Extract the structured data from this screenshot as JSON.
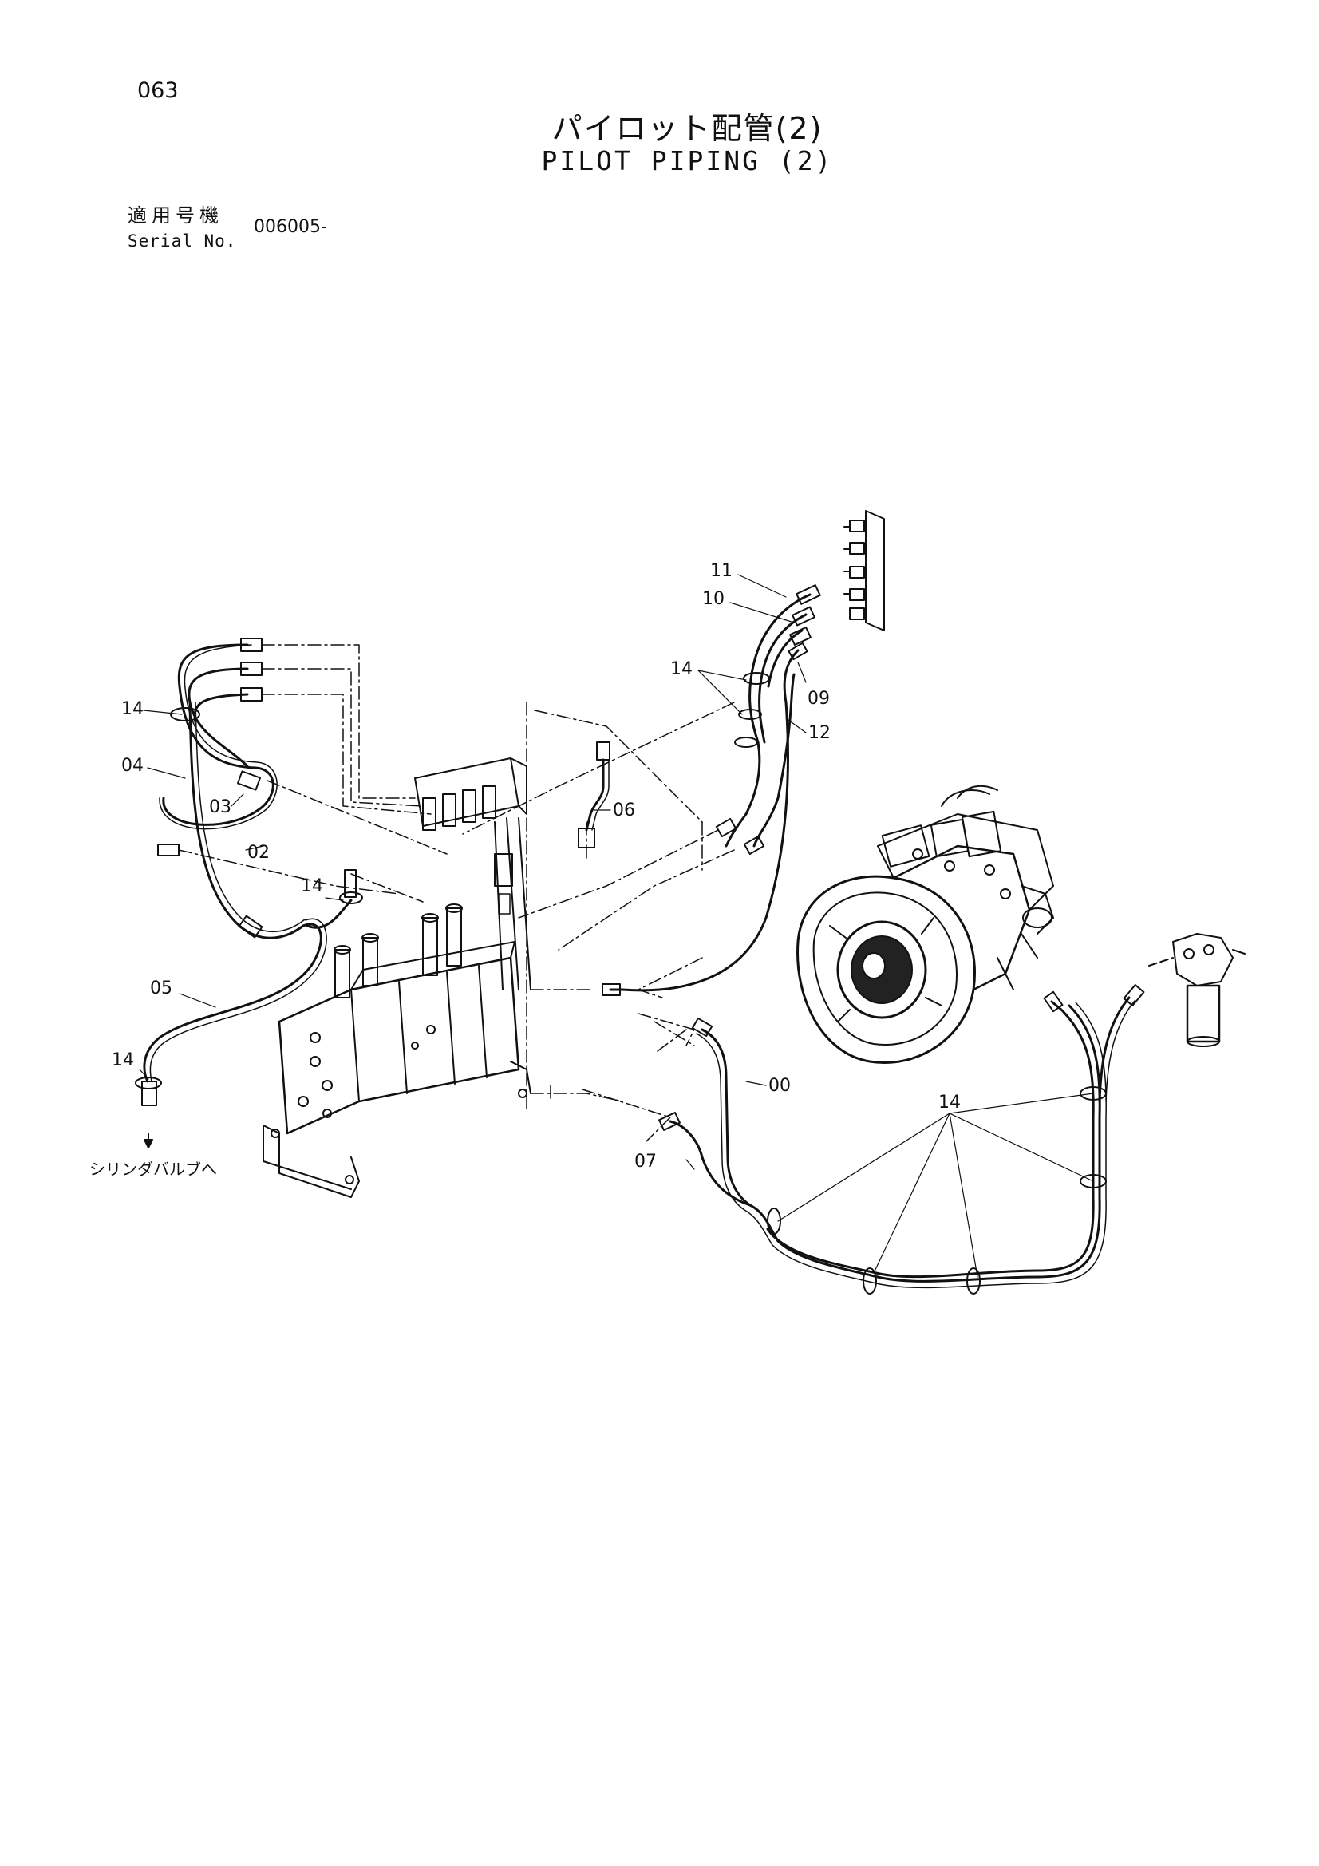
{
  "header": {
    "page_number": "063",
    "title_jp": "パイロット配管(2)",
    "title_en": "PILOT PIPING (2)",
    "serial_label_jp": "適用号機",
    "serial_label_en": "Serial No.",
    "serial_value": "006005-"
  },
  "callouts": {
    "c00": "00",
    "c02": "02",
    "c03": "03",
    "c04": "04",
    "c05": "05",
    "c06": "06",
    "c07": "07",
    "c09": "09",
    "c10": "10",
    "c11": "11",
    "c12": "12",
    "c14a": "14",
    "c14b": "14",
    "c14c": "14",
    "c14d": "14",
    "c14e": "14"
  },
  "notes": {
    "to_cylinder_valve": "シリンダバルブへ"
  }
}
